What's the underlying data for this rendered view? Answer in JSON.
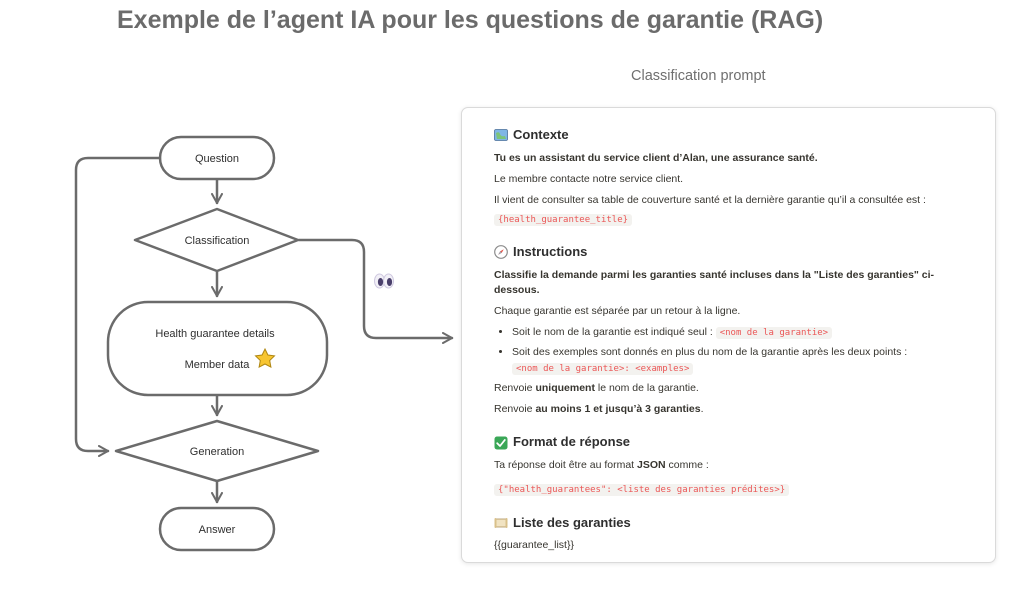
{
  "title": "Exemple de l’agent IA  pour les questions de garantie (RAG)",
  "prompt_caption": "Classification prompt",
  "flow": {
    "question": "Question",
    "classification": "Classification",
    "details_line1": "Health guarantee details",
    "details_line2": "Member data",
    "generation": "Generation",
    "answer": "Answer"
  },
  "icons": {
    "star": "star-icon",
    "eyes": "eyes-icon",
    "map": "map-icon",
    "compass": "compass-icon",
    "check": "check-mark-button-icon",
    "scroll": "scroll-icon"
  },
  "colors": {
    "code_text": "#eb5757",
    "code_bg": "#f3f2ef",
    "flow_stroke": "#6b6b6b",
    "check_green": "#3aa757",
    "star_yellow": "#f7c531"
  },
  "prompt": {
    "context_heading": "Contexte",
    "context_bold": "Tu es un assistant du service client d’Alan, une assurance santé.",
    "context_p1": "Le membre contacte notre service client.",
    "context_p2": "Il vient de consulter sa table de couverture santé et la dernière garantie qu’il a consultée est :",
    "context_code": "{health_guarantee_title}",
    "instructions_heading": "Instructions",
    "instructions_bold": "Classifie la demande parmi les garanties santé incluses dans la \"Liste des garanties\" ci-dessous.",
    "instructions_p1": "Chaque garantie est séparée par un retour à la ligne.",
    "bullet1_text": "Soit le nom de la garantie est indiqué seul :",
    "bullet1_code": "<nom de la garantie>",
    "bullet2_text": "Soit des exemples sont donnés en plus du nom de la garantie après les deux points :",
    "bullet2_code": "<nom de la garantie>: <examples>",
    "renvoie1_pre": "Renvoie ",
    "renvoie1_bold": "uniquement",
    "renvoie1_post": " le nom de la garantie.",
    "renvoie2_pre": "Renvoie ",
    "renvoie2_bold": "au moins 1 et jusqu’à 3 garanties",
    "renvoie2_post": ".",
    "format_heading": "Format de réponse",
    "format_pre": "Ta réponse doit être au format ",
    "format_bold": "JSON",
    "format_post": " comme :",
    "format_code": "{\"health_guarantees\": <liste des garanties prédites>}",
    "list_heading": "Liste des garanties",
    "list_value": "{{guarantee_list}}"
  }
}
